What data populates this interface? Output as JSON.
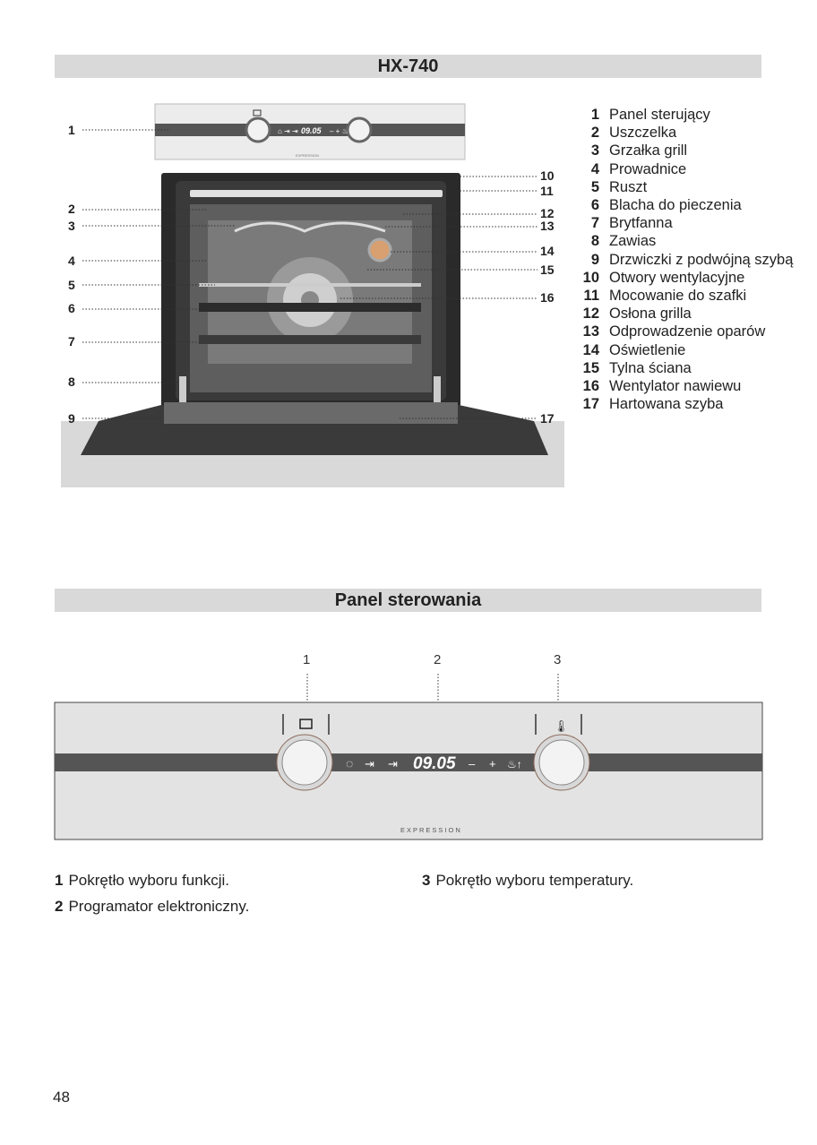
{
  "model_title": "HX-740",
  "oven_callouts_left": [
    "1",
    "2",
    "3",
    "4",
    "5",
    "6",
    "7",
    "8",
    "9"
  ],
  "oven_callouts_right": [
    "10",
    "11",
    "12",
    "13",
    "14",
    "15",
    "16",
    "17"
  ],
  "oven_display": {
    "time": "09.05",
    "brand": "EXPRESSION"
  },
  "legend": [
    {
      "num": "1",
      "label": "Panel sterujący"
    },
    {
      "num": "2",
      "label": "Uszczelka"
    },
    {
      "num": "3",
      "label": "Grzałka grill"
    },
    {
      "num": "4",
      "label": "Prowadnice"
    },
    {
      "num": "5",
      "label": "Ruszt"
    },
    {
      "num": "6",
      "label": "Blacha do pieczenia"
    },
    {
      "num": "7",
      "label": "Brytfanna"
    },
    {
      "num": "8",
      "label": "Zawias"
    },
    {
      "num": "9",
      "label": "Drzwiczki z podwójną szybą"
    },
    {
      "num": "10",
      "label": "Otwory wentylacyjne"
    },
    {
      "num": "11",
      "label": "Mocowanie do szafki"
    },
    {
      "num": "12",
      "label": "Osłona grilla"
    },
    {
      "num": "13",
      "label": "Odprowadzenie oparów"
    },
    {
      "num": "14",
      "label": "Oświetlenie"
    },
    {
      "num": "15",
      "label": "Tylna ściana"
    },
    {
      "num": "16",
      "label": "Wentylator nawiewu"
    },
    {
      "num": "17",
      "label": "Hartowana szyba"
    }
  ],
  "panel_title": "Panel sterowania",
  "panel_callouts": [
    "1",
    "2",
    "3"
  ],
  "panel_display": {
    "time": "09.05",
    "minus": "–",
    "plus": "+",
    "brand": "EXPRESSION"
  },
  "panel_descriptions": [
    {
      "num": "1",
      "text": "Pokrętło wyboru funkcji."
    },
    {
      "num": "2",
      "text": "Programator elektroniczny."
    },
    {
      "num": "3",
      "text": "Pokrętło wyboru temperatury."
    }
  ],
  "page_number": "48"
}
